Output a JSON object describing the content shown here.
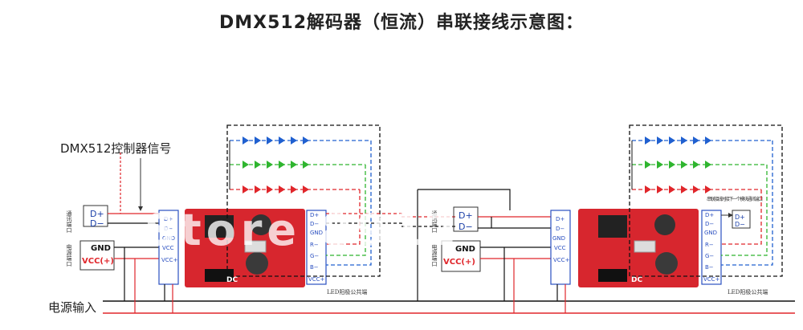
{
  "title": "DMX512解码器（恒流）串联接线示意图：",
  "controller_label": "DMX512控制器信号",
  "power_label": "电源输入",
  "input_block": {
    "comm_port": "通讯端口",
    "power_port": "电源端口",
    "d_plus": "D+",
    "d_minus": "D−",
    "gnd": "GND",
    "vcc": "VCC(+)"
  },
  "decoder_left_pins": [
    "D+",
    "D−",
    "GND",
    "VCC",
    "VCC+"
  ],
  "decoder_right_pins": [
    "D+",
    "D−",
    "GND",
    "R−",
    "G−",
    "B−",
    "VCC+"
  ],
  "board_text": "DC",
  "led_common_label": "LED阳极公共端",
  "series_note": "串联接线时接下一个模块通讯端口",
  "watermark": "Store 8912",
  "colors": {
    "red": "#e0262b",
    "green": "#2fb52f",
    "blue": "#2060d0",
    "board": "#d7262e"
  }
}
